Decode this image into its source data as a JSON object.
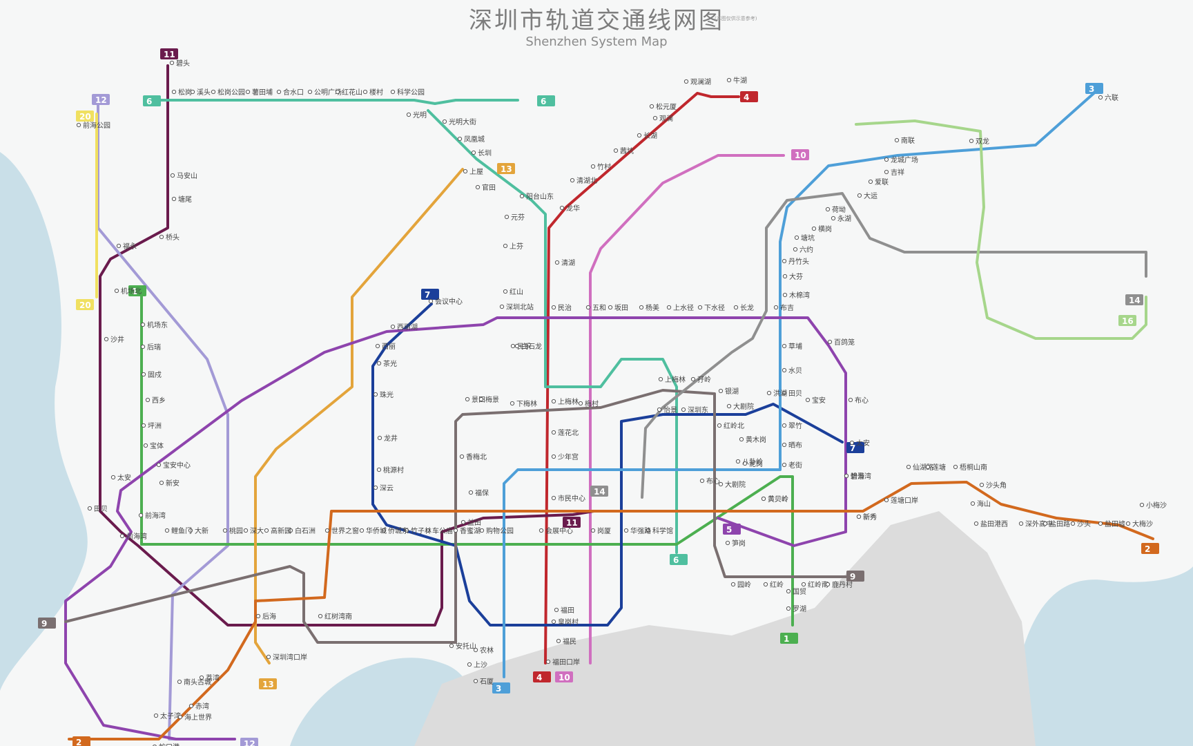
{
  "title": "深圳市轨道交通线网图",
  "subtitle": "Shenzhen System Map",
  "note": "(本图仅供示意参考)",
  "colors": {
    "water": "#c9dfe8",
    "hk": "#dcdcdc",
    "land": "#f6f7f7",
    "L1": "#4caf50",
    "L2": "#d2691e",
    "L3": "#4e9fd8",
    "L4": "#c0272d",
    "L5": "#8e44ad",
    "L6": "#4fbf9f",
    "L7": "#1b3f9a",
    "L9": "#7a6f70",
    "L10": "#d06fbf",
    "L11": "#6a1b4d",
    "L12": "#a39ad6",
    "L13": "#e3a43b",
    "L14": "#8f8f8f",
    "L16": "#a6d68b",
    "L20": "#f0e060"
  },
  "lines": [
    {
      "id": "L1",
      "num": "1",
      "label": "1号线"
    },
    {
      "id": "L2",
      "num": "2",
      "label": "2号线"
    },
    {
      "id": "L3",
      "num": "3",
      "label": "3号线"
    },
    {
      "id": "L4",
      "num": "4",
      "label": "4号线"
    },
    {
      "id": "L5",
      "num": "5",
      "label": "5号线"
    },
    {
      "id": "L6",
      "num": "6",
      "label": "6号线"
    },
    {
      "id": "L7",
      "num": "7",
      "label": "7号线"
    },
    {
      "id": "L9",
      "num": "9",
      "label": "9号线"
    },
    {
      "id": "L10",
      "num": "10",
      "label": "10号线"
    },
    {
      "id": "L11",
      "num": "11",
      "label": "11号线"
    },
    {
      "id": "L12",
      "num": "12",
      "label": "12号线"
    },
    {
      "id": "L13",
      "num": "13",
      "label": "13号线"
    },
    {
      "id": "L14",
      "num": "14",
      "label": "14号线"
    },
    {
      "id": "L16",
      "num": "16",
      "label": "16号线"
    },
    {
      "id": "L20",
      "num": "20",
      "label": "20号线"
    }
  ],
  "stations": [
    "碧头",
    "松岗",
    "溪头",
    "松岗公园",
    "薯田埔",
    "合水口",
    "公明广场",
    "红花山",
    "楼村",
    "科学公园",
    "光明",
    "光明大街",
    "凤凰城",
    "长圳",
    "上屋",
    "官田",
    "阳台山东",
    "元芬",
    "上芬",
    "红山",
    "深圳北站",
    "民治",
    "五和",
    "坂田",
    "杨美",
    "上水径",
    "下水径",
    "长龙",
    "布吉",
    "百鸽笼",
    "布心",
    "太安",
    "怡景",
    "黄贝岭",
    "新秀",
    "莲塘口岸",
    "仙湖路",
    "莲塘",
    "梧桐山南",
    "沙头角",
    "海山",
    "盐田港西",
    "深外高中",
    "盐田路",
    "沙头",
    "盐田墟",
    "大梅沙",
    "小梅沙",
    "六联",
    "双龙",
    "南联",
    "龙城广场",
    "吉祥",
    "爱联",
    "大运",
    "荷坳",
    "永湖",
    "横岗",
    "塘坑",
    "六约",
    "丹竹头",
    "大芬",
    "木棉湾",
    "草埔",
    "水贝",
    "田贝",
    "翠竹",
    "晒布",
    "老街",
    "大剧院",
    "科学馆",
    "华强路",
    "岗厦",
    "会展中心",
    "购物公园",
    "香蜜湖",
    "车公庙",
    "竹子林",
    "侨城东",
    "华侨城",
    "世界之窗",
    "白石洲",
    "高新园",
    "深大",
    "桃园",
    "大新",
    "鲤鱼门",
    "前海湾",
    "新安",
    "宝安中心",
    "宝体",
    "坪洲",
    "西乡",
    "固戍",
    "后瑞",
    "机场东",
    "罗湖",
    "国贸",
    "黄贝岭",
    "新秀",
    "福田口岸",
    "福民",
    "皇岗村",
    "福田",
    "市民中心",
    "少年宫",
    "莲花北",
    "上梅林",
    "民乐",
    "白石龙",
    "清湖",
    "龙华",
    "清湖北",
    "竹村",
    "茜坑",
    "长湖",
    "观澜",
    "松元厦",
    "观澜湖",
    "牛湖",
    "机场北",
    "前海湾",
    "沙井",
    "马安山",
    "塘尾",
    "桥头",
    "福永",
    "红树湾南",
    "后海",
    "深圳湾口岸",
    "蛇口港",
    "太子湾",
    "海上世界",
    "赤湾",
    "荔湾",
    "南头古城",
    "前海公园",
    "会议中心",
    "西丽湖",
    "西丽",
    "茶光",
    "珠光",
    "龙井",
    "桃源村",
    "深云",
    "安托山",
    "农林",
    "上沙",
    "石厦",
    "益田",
    "福保",
    "香梅北",
    "景田",
    "梅景",
    "下梅林",
    "梅村",
    "上梅林",
    "孖岭",
    "银湖",
    "泥岗",
    "洪湖",
    "田贝",
    "太安",
    "宝安",
    "碧海湾",
    "布心",
    "怡景",
    "深圳东",
    "大剧院",
    "黄木岗",
    "八卦岭",
    "红岭北",
    "笋岗",
    "园岭",
    "红岭",
    "红岭南",
    "鹿丹村",
    "人民南",
    "向西村",
    "文锦"
  ],
  "badges": {
    "L11_top": "11",
    "L6_top_left": "6",
    "L6_top_right": "6",
    "L4_top": "4",
    "L3_top": "3",
    "L12_top": "12",
    "L10_top": "10",
    "L13_top": "13",
    "L7_top": "7",
    "L7_right": "7",
    "L1_left": "1",
    "L1_bottom": "1",
    "L2_right": "2",
    "L2_bottom": "2",
    "L9_left": "9",
    "L9_right": "9",
    "L11_mid": "11",
    "L5_mid": "5",
    "L6_bot": "6",
    "L4_bot": "4",
    "L10_bot": "10",
    "L3_bot": "3",
    "L13_bot": "13",
    "L12_bot": "12",
    "L14_a": "14",
    "L14_b": "14",
    "L16": "16",
    "L20_a": "20",
    "L20_b": "20"
  }
}
